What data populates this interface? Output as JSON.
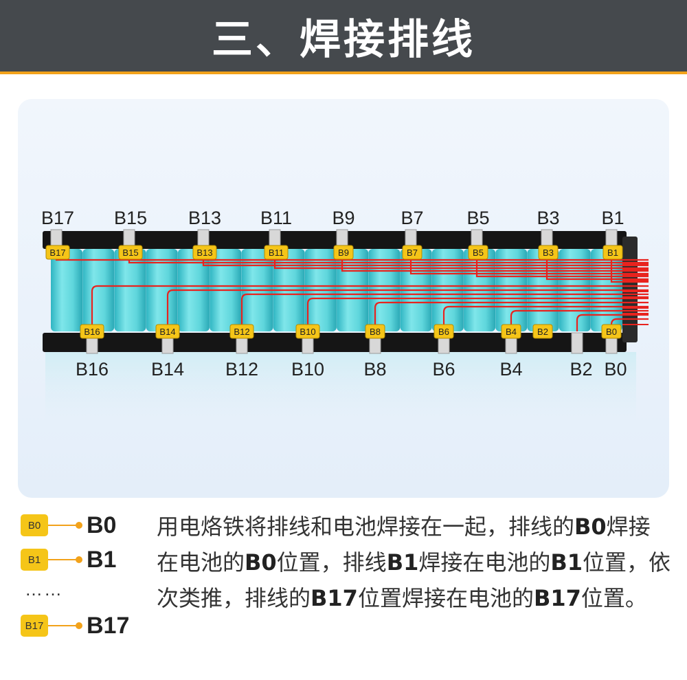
{
  "header": {
    "title": "三、焊接排线"
  },
  "diagram": {
    "top_labels": [
      "B17",
      "B15",
      "B13",
      "B11",
      "B9",
      "B7",
      "B5",
      "B3",
      "B1"
    ],
    "bottom_labels": [
      "B16",
      "B14",
      "B12",
      "B10",
      "B8",
      "B6",
      "B4",
      "B2",
      "B0"
    ],
    "colors": {
      "cell": "#5fd6dc",
      "cell_dark": "#2fb5c2",
      "wire": "#e8231e",
      "tag": "#f5c518",
      "holder": "#151515"
    }
  },
  "legend": {
    "items": [
      {
        "tag": "B0",
        "value": "B0"
      },
      {
        "tag": "B1",
        "value": "B1"
      },
      {
        "tag": "B17",
        "value": "B17"
      }
    ],
    "ellipsis": "……"
  },
  "description": {
    "p1": "用电烙铁将排线和电池焊接在一起，排线的",
    "b0": "B0",
    "p2": "焊接在电池的",
    "b0b": "B0",
    "p3": "位置，排线",
    "b1": "B1",
    "p4": "焊接在电池的",
    "b1b": "B1",
    "p5": "位置，依次类推，排线的",
    "b17": "B17",
    "p6": "位置焊接在电池的",
    "b17b": "B17",
    "p7": "位置。"
  }
}
